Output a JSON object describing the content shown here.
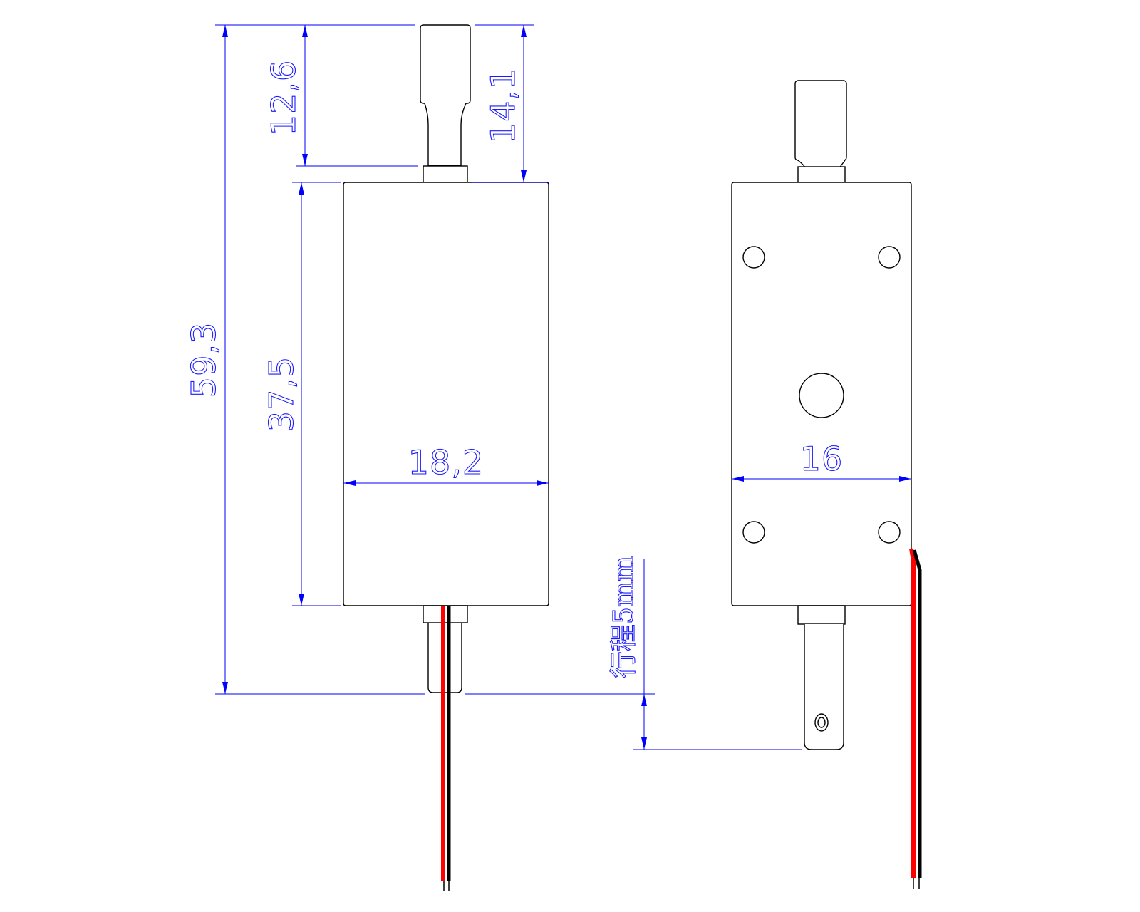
{
  "dimensions": {
    "total_length": "59,3",
    "plunger_length_a": "12,6",
    "plunger_length_b": "14,1",
    "body_length": "37,5",
    "body_width_front": "18,2",
    "body_width_side": "16",
    "stroke": "行程5mm"
  },
  "colors": {
    "outline": "#000000",
    "dimension": "#0000ff",
    "wire_red": "#ff0000",
    "wire_black": "#000000"
  }
}
